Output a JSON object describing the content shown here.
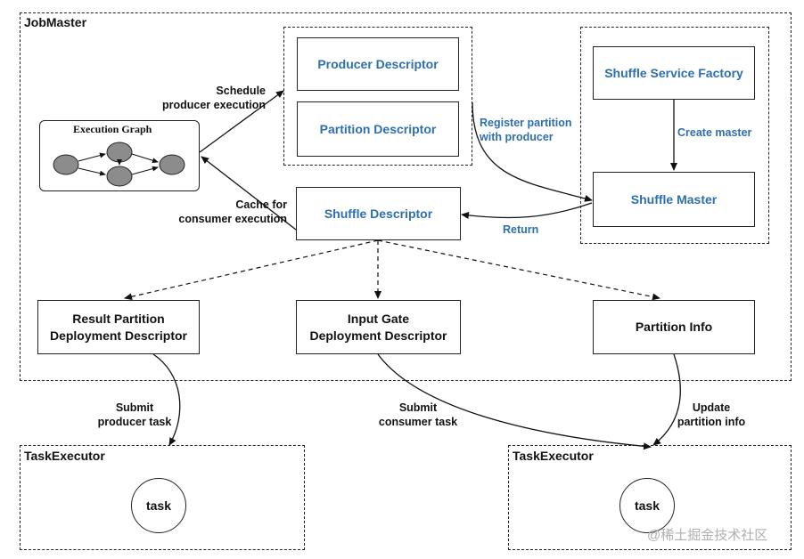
{
  "frames": {
    "jobmaster": "JobMaster",
    "taskexecutor_left": "TaskExecutor",
    "taskexecutor_right": "TaskExecutor"
  },
  "execution_graph": {
    "title": "Execution Graph"
  },
  "boxes": {
    "producer_descriptor": "Producer Descriptor",
    "partition_descriptor": "Partition Descriptor",
    "shuffle_descriptor": "Shuffle Descriptor",
    "shuffle_service_factory": "Shuffle Service Factory",
    "shuffle_master": "Shuffle Master",
    "result_partition_dd": "Result Partition\nDeployment Descriptor",
    "input_gate_dd": "Input Gate\nDeployment Descriptor",
    "partition_info": "Partition Info"
  },
  "labels": {
    "schedule": "Schedule\nproducer execution",
    "cache": "Cache for\nconsumer execution",
    "register": "Register partition\nwith producer",
    "create_master": "Create master",
    "return": "Return",
    "submit_producer": "Submit\nproducer task",
    "submit_consumer": "Submit\nconsumer task",
    "update_partition": "Update\npartition info"
  },
  "tasks": {
    "left": "task",
    "right": "task"
  },
  "watermark": "@稀土掘金技术社区",
  "colors": {
    "accent_blue": "#2e6fb0",
    "node_gray": "#8c8c8c"
  }
}
